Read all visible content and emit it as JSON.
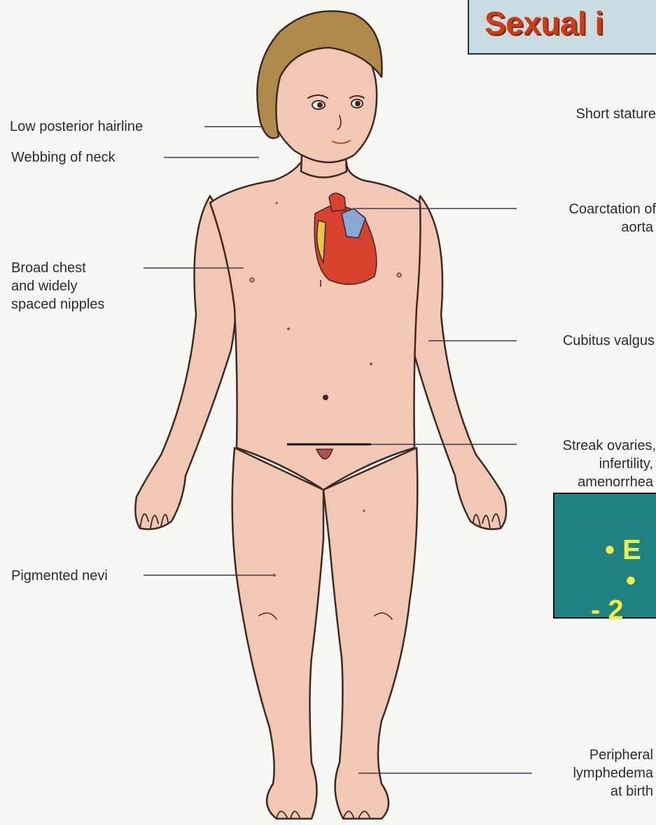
{
  "title": "Sexual i",
  "labels_left": {
    "hairline": "Low posterior hairline",
    "webbing": "Webbing of neck",
    "chest_1": "Broad chest",
    "chest_2": "and widely",
    "chest_3": "spaced nipples",
    "nevi": "Pigmented nevi"
  },
  "labels_right": {
    "stature": "Short stature",
    "coarct_1": "Coarctation of",
    "coarct_2": "aorta",
    "cubitus": "Cubitus valgus",
    "streak_1": "Streak ovaries,",
    "streak_2": "infertility,",
    "streak_3": "amenorrhea",
    "lymph_1": "Peripheral",
    "lymph_2": "lymphedema",
    "lymph_3": "at birth"
  },
  "teal_box": {
    "line1": "",
    "line2": "• E",
    "line3": "•",
    "line4": "- 2"
  },
  "colors": {
    "skin": "#f2c8b4",
    "outline": "#3a2a22",
    "hair": "#b08a4a",
    "heart": "#d9412f",
    "title": "#d03a16",
    "teal": "#1d8280",
    "bullet_text": "#f2ec4a"
  }
}
